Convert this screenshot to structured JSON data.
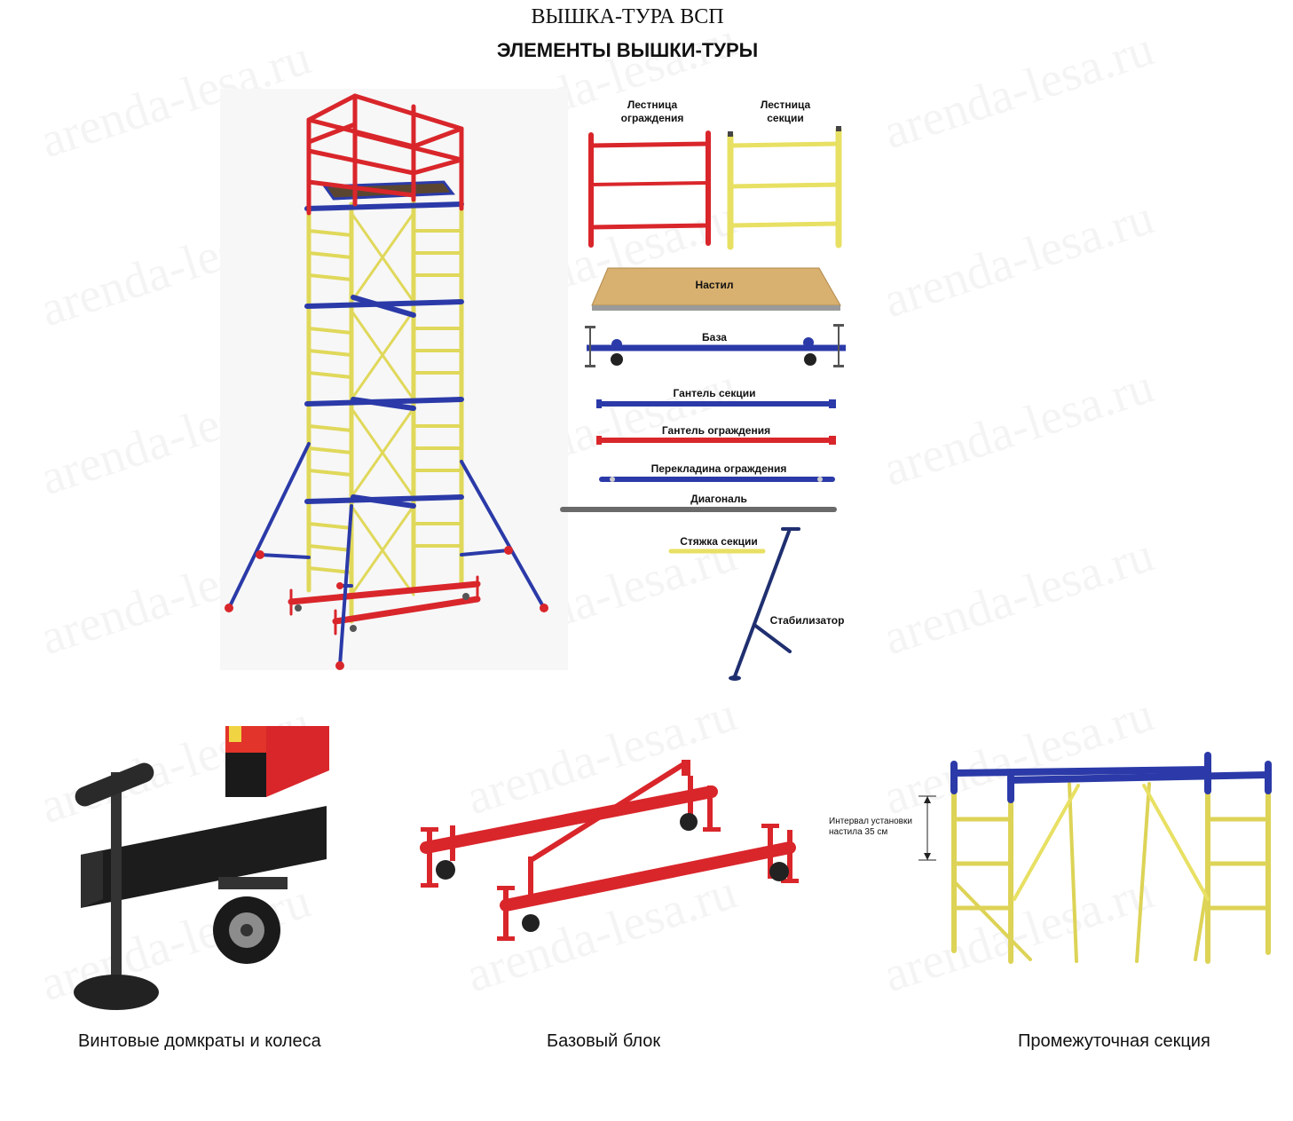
{
  "header": {
    "title": "ВЫШКА-ТУРА ВСП",
    "subtitle": "ЭЛЕМЕНТЫ ВЫШКИ-ТУРЫ"
  },
  "watermark": "arenda-lesa.ru",
  "parts": {
    "guard_ladder": "Лестница\nограждения",
    "section_ladder": "Лестница\nсекции",
    "deck": "Настил",
    "base": "База",
    "section_dumbbell": "Гантель секции",
    "guard_dumbbell": "Гантель ограждения",
    "guard_crossbar": "Перекладина ограждения",
    "diagonal": "Диагональ",
    "section_tie": "Стяжка секции",
    "stabilizer": "Стабилизатор"
  },
  "bottom": {
    "jacks_caption": "Винтовые домкраты и колеса",
    "base_block_caption": "Базовый блок",
    "section_caption": "Промежуточная секция",
    "interval_note": "Интервал установки\nнастила 35 см"
  },
  "colors": {
    "red": "#d9262b",
    "yellow": "#e8e063",
    "blue": "#2b3aa8",
    "gray": "#6a6a6a",
    "deck": "#d8b070"
  }
}
